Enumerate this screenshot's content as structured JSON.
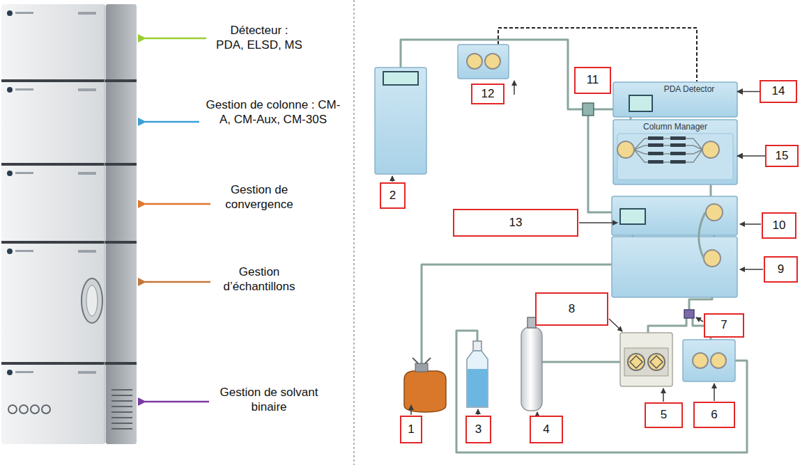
{
  "diagram": {
    "nodes": [
      {
        "text": [
          "11"
        ]
      },
      {
        "text": [
          "PDA Detector"
        ]
      },
      {
        "text": [
          "14"
        ]
      },
      {
        "text": [
          "12"
        ]
      },
      {
        "text": [
          "Column Manager"
        ]
      },
      {
        "text": [
          "15"
        ]
      },
      {
        "text": [
          "2"
        ]
      },
      {
        "text": [
          "13"
        ]
      },
      {
        "text": [
          "10"
        ]
      },
      {
        "text": [
          "9"
        ]
      },
      {
        "text": [
          "8"
        ]
      },
      {
        "text": [
          "7"
        ]
      },
      {
        "text": [
          "1"
        ]
      },
      {
        "text": [
          "3"
        ]
      },
      {
        "text": [
          "4"
        ]
      },
      {
        "text": [
          "5"
        ]
      },
      {
        "text": [
          "6"
        ]
      }
    ],
    "edges": [
      {
        "from": 2,
        "to": 1,
        "arrow": "to"
      },
      {
        "from": 5,
        "to": 4,
        "arrow": "to"
      }
    ],
    "labels": [
      "Détecteur : PDA, ELSD, MS",
      "Gestion de colonne : CM-A, CM-Aux, CM-30S",
      "Gestion de convergence",
      "Gestion d’échantillons",
      "Gestion de solvant binaire"
    ]
  }
}
